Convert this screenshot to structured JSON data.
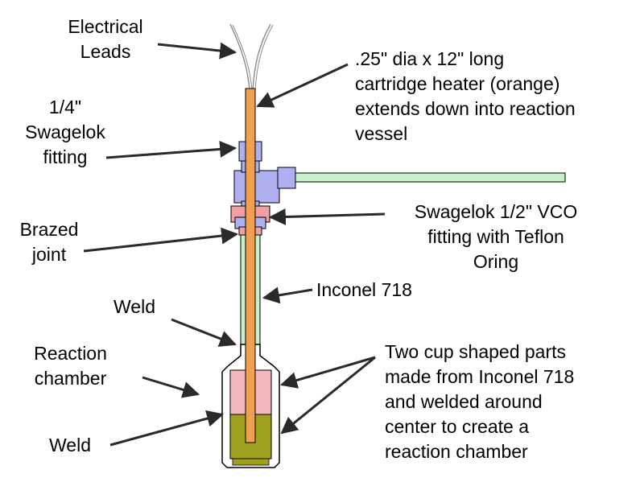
{
  "labels": {
    "electrical_leads": [
      "Electrical",
      "Leads"
    ],
    "heater": [
      ".25\" dia x 12\" long",
      "cartridge heater (orange)",
      "extends down into reaction",
      "vessel"
    ],
    "swagelok_quarter": [
      "1/4\"",
      "Swagelok",
      "fitting"
    ],
    "brazed_joint": [
      "Brazed",
      "joint"
    ],
    "vco_fitting": [
      "Swagelok 1/2\" VCO",
      "fitting with Teflon",
      "Oring"
    ],
    "inconel": [
      "Inconel 718"
    ],
    "weld_upper": [
      "Weld"
    ],
    "reaction_chamber": [
      "Reaction",
      "chamber"
    ],
    "weld_lower": [
      "Weld"
    ],
    "cup_parts": [
      "Two cup shaped parts",
      "made from Inconel 718",
      "and welded around",
      "center to create a",
      "reaction chamber"
    ]
  },
  "colors": {
    "heater": "#f0a050",
    "tube": "#c8f0c8",
    "fitting": "#b0b0f0",
    "vco": "#f0a0a0",
    "chamber_upper": "#f5b8c0",
    "chamber_lower": "#a0a020",
    "outline": "#000000",
    "arrow": "#2a2a2a"
  }
}
